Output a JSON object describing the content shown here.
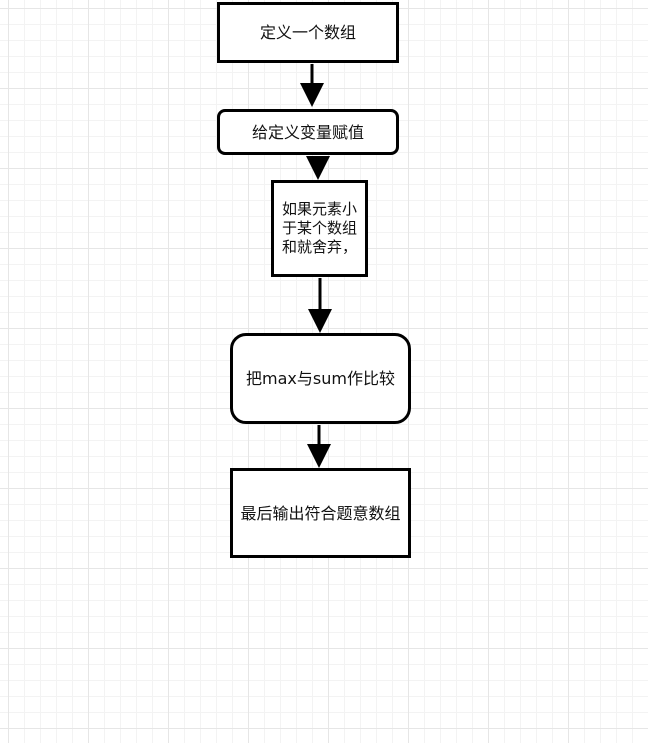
{
  "flowchart": {
    "nodes": [
      {
        "id": "n1",
        "text": "定义一个数组"
      },
      {
        "id": "n2",
        "text": "给定义变量赋值"
      },
      {
        "id": "n3",
        "text": "如果元素小于某个数组和就舍弃，"
      },
      {
        "id": "n4",
        "text": "把max与sum作比较"
      },
      {
        "id": "n5",
        "text": "最后输出符合题意数组"
      }
    ],
    "edges": [
      {
        "from": "n1",
        "to": "n2"
      },
      {
        "from": "n2",
        "to": "n3"
      },
      {
        "from": "n3",
        "to": "n4"
      },
      {
        "from": "n4",
        "to": "n5"
      }
    ]
  },
  "colors": {
    "stroke": "#000000",
    "background": "#ffffff",
    "grid": "#e6e6e6"
  }
}
